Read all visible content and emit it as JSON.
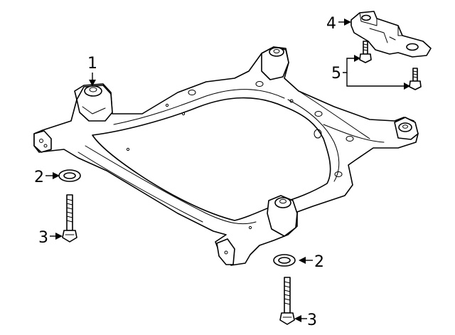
{
  "callouts": [
    {
      "id": "1",
      "label": "1",
      "part": "subframe"
    },
    {
      "id": "2a",
      "label": "2",
      "part": "washer"
    },
    {
      "id": "3a",
      "label": "3",
      "part": "bolt"
    },
    {
      "id": "2b",
      "label": "2",
      "part": "washer"
    },
    {
      "id": "3b",
      "label": "3",
      "part": "bolt"
    },
    {
      "id": "4",
      "label": "4",
      "part": "mount-bracket"
    },
    {
      "id": "5",
      "label": "5",
      "part": "bracket-bolts"
    }
  ]
}
